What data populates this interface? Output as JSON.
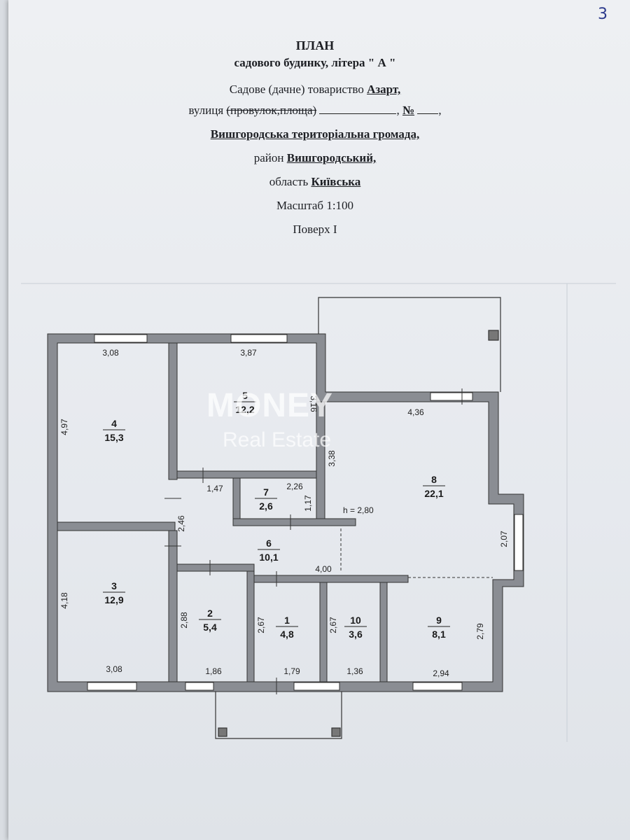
{
  "page_number": "3",
  "header": {
    "title": "ПЛАН",
    "subtitle": "садового будинку, літера \" А \"",
    "society_label": "Садове (дачне) товариство",
    "society_value": "Азарт,",
    "street_label": "вулиця",
    "street_struck": "(провулок,площа)",
    "street_num_label": "№",
    "community": "Вишгородська територіальна громада,",
    "district_label": "район",
    "district_value": "Вишгородський,",
    "region_label": "область",
    "region_value": "Київська",
    "scale": "Масштаб 1:100",
    "floor": "Поверх I"
  },
  "watermark": {
    "brand": "MONEY",
    "sub": "Real Estate"
  },
  "height_note": "h = 2,80",
  "rooms": [
    {
      "id": "4",
      "area": "15,3"
    },
    {
      "id": "5",
      "area": "12,2"
    },
    {
      "id": "3",
      "area": "12,9"
    },
    {
      "id": "7",
      "area": "2,6"
    },
    {
      "id": "6",
      "area": "10,1"
    },
    {
      "id": "8",
      "area": "22,1"
    },
    {
      "id": "2",
      "area": "5,4"
    },
    {
      "id": "1",
      "area": "4,8"
    },
    {
      "id": "10",
      "area": "3,6"
    },
    {
      "id": "9",
      "area": "8,1"
    }
  ],
  "dimensions": {
    "d_308_top": "3,08",
    "d_387": "3,87",
    "d_497": "4,97",
    "d_316": "3,16",
    "d_436": "4,36",
    "d_338": "3,38",
    "d_147": "1,47",
    "d_226": "2,26",
    "d_117": "1,17",
    "d_246": "2,46",
    "d_207": "2,07",
    "d_400": "4,00",
    "d_418": "4,18",
    "d_288": "2,88",
    "d_267a": "2,67",
    "d_267b": "2,67",
    "d_279": "2,79",
    "d_308_bot": "3,08",
    "d_186": "1,86",
    "d_179": "1,79",
    "d_136": "1,36",
    "d_294": "2,94"
  }
}
